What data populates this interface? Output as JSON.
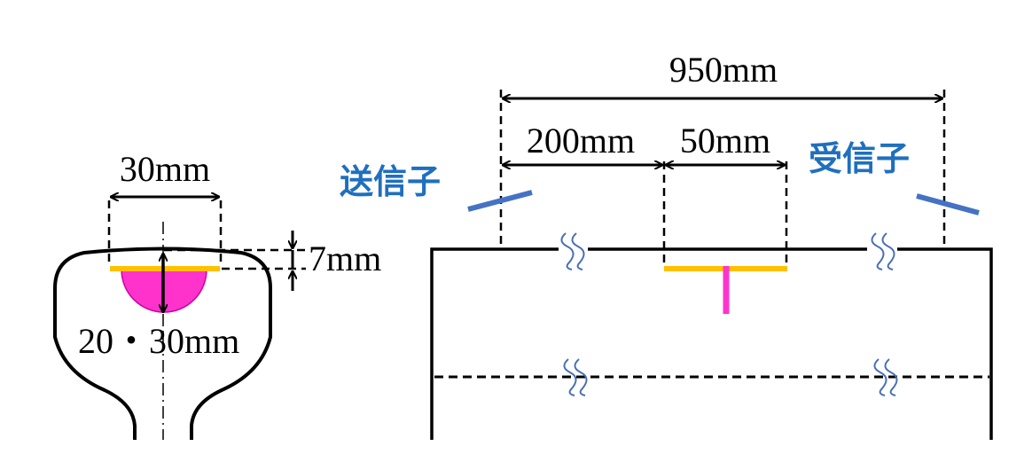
{
  "rail_section": {
    "width_label": "30mm",
    "depth_label": "7mm",
    "defect_label": "20・30mm"
  },
  "side_view": {
    "total_label": "950mm",
    "offset_label": "200mm",
    "defect_len_label": "50mm",
    "transmitter_label": "送信子",
    "receiver_label": "受信子"
  },
  "colors": {
    "outline": "#000000",
    "defect_fill": "#ff33cc",
    "crack_bar": "#ffc000",
    "probe": "#4472c4",
    "label_blue": "#1f6fbf",
    "break_mark": "#4a6fb5"
  }
}
